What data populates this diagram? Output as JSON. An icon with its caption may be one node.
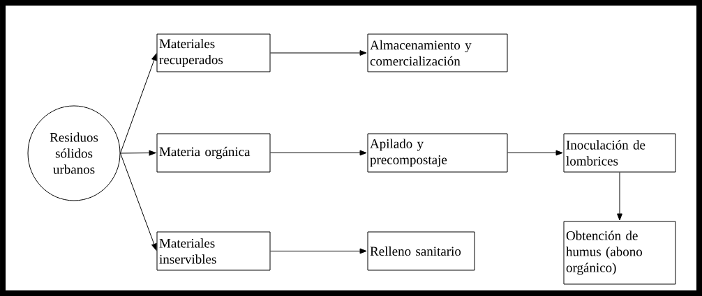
{
  "diagram": {
    "nodes": [
      {
        "text": [
          "Residuos sólidos urbanos"
        ]
      },
      {
        "text": [
          "Materiales recuperados"
        ]
      },
      {
        "text": [
          "Almacenamiento y comercialización"
        ]
      },
      {
        "text": [
          "Materia orgánica"
        ]
      },
      {
        "text": [
          "Apilado y precompostaje"
        ]
      },
      {
        "text": [
          "Inoculación de lombrices"
        ]
      },
      {
        "text": [
          "Materiales inservibles"
        ]
      },
      {
        "text": [
          "Relleno sanitario"
        ]
      },
      {
        "text": [
          "Obtención de humus (abono orgánico)"
        ]
      }
    ],
    "edges": [
      {
        "from": 0,
        "to": 1,
        "arrow": "to"
      },
      {
        "from": 0,
        "to": 3,
        "arrow": "to"
      },
      {
        "from": 0,
        "to": 6,
        "arrow": "to"
      },
      {
        "from": 1,
        "to": 2,
        "arrow": "to"
      },
      {
        "from": 3,
        "to": 4,
        "arrow": "to"
      },
      {
        "from": 4,
        "to": 5,
        "arrow": "to"
      },
      {
        "from": 5,
        "to": 8,
        "arrow": "to"
      },
      {
        "from": 6,
        "to": 7,
        "arrow": "to"
      }
    ]
  }
}
